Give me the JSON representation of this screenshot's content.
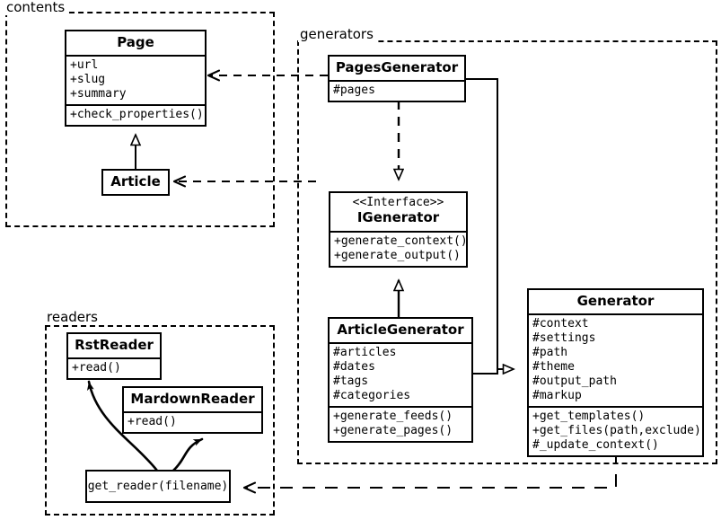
{
  "diagram": {
    "title": "Pelican UML class diagram",
    "stroke_color": "#000000",
    "background": "#ffffff"
  },
  "packages": [
    {
      "id": "contents",
      "label": "contents"
    },
    {
      "id": "generators",
      "label": "generators"
    },
    {
      "id": "readers",
      "label": "readers"
    }
  ],
  "classes": {
    "page": {
      "name": "Page",
      "attributes": [
        "+url",
        "+slug",
        "+summary"
      ],
      "operations": [
        "+check_properties()"
      ]
    },
    "article": {
      "name": "Article",
      "attributes": [],
      "operations": []
    },
    "pages_generator": {
      "name": "PagesGenerator",
      "attributes": [
        "#pages"
      ],
      "operations": []
    },
    "igenerator": {
      "stereotype": "<<Interface>>",
      "name": "IGenerator",
      "attributes": [],
      "operations": [
        "+generate_context()",
        "+generate_output()"
      ]
    },
    "article_generator": {
      "name": "ArticleGenerator",
      "attributes": [
        "#articles",
        "#dates",
        "#tags",
        "#categories"
      ],
      "operations": [
        "+generate_feeds()",
        "+generate_pages()"
      ]
    },
    "generator": {
      "name": "Generator",
      "attributes": [
        "#context",
        "#settings",
        "#path",
        "#theme",
        "#output_path",
        "#markup"
      ],
      "operations": [
        "+get_templates()",
        "+get_files(path,exclude)",
        "#_update_context()"
      ]
    },
    "rst_reader": {
      "name": "RstReader",
      "attributes": [],
      "operations": [
        "+read()"
      ]
    },
    "mardown_reader": {
      "name": "MardownReader",
      "attributes": [],
      "operations": [
        "+read()"
      ]
    },
    "get_reader": {
      "name": "get_reader(filename)"
    }
  },
  "relationships": [
    {
      "id": "pagesgenerator-to-page",
      "type": "dependency",
      "from": "PagesGenerator",
      "to": "Page"
    },
    {
      "id": "articlegenerator-to-article",
      "type": "dependency",
      "from": "ArticleGenerator",
      "to": "Article"
    },
    {
      "id": "article-inherits-page",
      "type": "generalization",
      "from": "Article",
      "to": "Page"
    },
    {
      "id": "pagesgenerator-realizes-igenerator",
      "type": "realization",
      "from": "PagesGenerator",
      "to": "IGenerator"
    },
    {
      "id": "articlegenerator-realizes-igenerator",
      "type": "generalization",
      "from": "ArticleGenerator",
      "to": "IGenerator"
    },
    {
      "id": "pagesgenerator-inherits-generator",
      "type": "generalization",
      "from": "PagesGenerator",
      "to": "Generator"
    },
    {
      "id": "articlegenerator-inherits-generator",
      "type": "generalization",
      "from": "ArticleGenerator",
      "to": "Generator"
    },
    {
      "id": "generator-to-getreader",
      "type": "dependency",
      "from": "Generator",
      "to": "get_reader(filename)"
    },
    {
      "id": "getreader-to-rstreader",
      "type": "association",
      "from": "get_reader(filename)",
      "to": "RstReader"
    },
    {
      "id": "getreader-to-mardownreader",
      "type": "association",
      "from": "get_reader(filename)",
      "to": "MardownReader"
    }
  ]
}
